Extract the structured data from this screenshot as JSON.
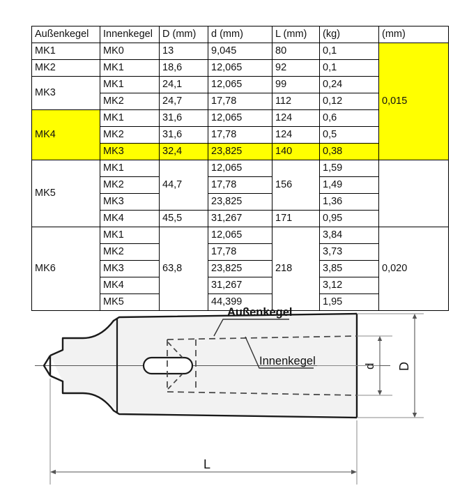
{
  "table": {
    "headers": [
      "Außenkegel",
      "Innenkegel",
      "D (mm)",
      "d (mm)",
      "L (mm)",
      "(kg)",
      "(mm)"
    ],
    "rows": [
      {
        "aussen": "MK1",
        "innen": "MK0",
        "D": "13",
        "d": "9,045",
        "L": "80",
        "kg": "0,1",
        "tol": ""
      },
      {
        "aussen": "MK2",
        "innen": "MK1",
        "D": "18,6",
        "d": "12,065",
        "L": "92",
        "kg": "0,1",
        "tol": ""
      },
      {
        "aussen": "MK3",
        "innen": "MK1",
        "D": "24,1",
        "d": "12,065",
        "L": "99",
        "kg": "0,24",
        "tol": ""
      },
      {
        "aussen": "",
        "innen": "MK2",
        "D": "24,7",
        "d": "17,78",
        "L": "112",
        "kg": "0,12",
        "tol": "0,015"
      },
      {
        "aussen": "MK4",
        "innen": "MK1",
        "D": "31,6",
        "d": "12,065",
        "L": "124",
        "kg": "0,6",
        "tol": ""
      },
      {
        "aussen": "",
        "innen": "MK2",
        "D": "31,6",
        "d": "17,78",
        "L": "124",
        "kg": "0,5",
        "tol": ""
      },
      {
        "aussen": "",
        "innen": "MK3",
        "D": "32,4",
        "d": "23,825",
        "L": "140",
        "kg": "0,38",
        "tol": ""
      },
      {
        "aussen": "MK5",
        "innen": "MK1",
        "D": "44,7",
        "d": "12,065",
        "L": "156",
        "kg": "1,59",
        "tol": ""
      },
      {
        "aussen": "",
        "innen": "MK2",
        "D": "",
        "d": "17,78",
        "L": "",
        "kg": "1,49",
        "tol": ""
      },
      {
        "aussen": "",
        "innen": "MK3",
        "D": "",
        "d": "23,825",
        "L": "",
        "kg": "1,36",
        "tol": ""
      },
      {
        "aussen": "",
        "innen": "MK4",
        "D": "45,5",
        "d": "31,267",
        "L": "171",
        "kg": "0,95",
        "tol": ""
      },
      {
        "aussen": "MK6",
        "innen": "MK1",
        "D": "63,8",
        "d": "12,065",
        "L": "218",
        "kg": "3,84",
        "tol": "0,020"
      },
      {
        "aussen": "",
        "innen": "MK2",
        "D": "",
        "d": "17,78",
        "L": "",
        "kg": "3,73",
        "tol": ""
      },
      {
        "aussen": "",
        "innen": "MK3",
        "D": "",
        "d": "23,825",
        "L": "",
        "kg": "3,85",
        "tol": ""
      },
      {
        "aussen": "",
        "innen": "MK4",
        "D": "",
        "d": "31,267",
        "L": "",
        "kg": "3,12",
        "tol": ""
      },
      {
        "aussen": "",
        "innen": "MK5",
        "D": "",
        "d": "44,399",
        "L": "",
        "kg": "1,95",
        "tol": ""
      }
    ],
    "highlight_color": "#ffff00"
  },
  "drawing": {
    "labels": {
      "outer_taper": "Außenkegel",
      "inner_taper": "Innenkegel",
      "length": "L",
      "large_diameter": "D",
      "small_diameter": "d"
    }
  }
}
